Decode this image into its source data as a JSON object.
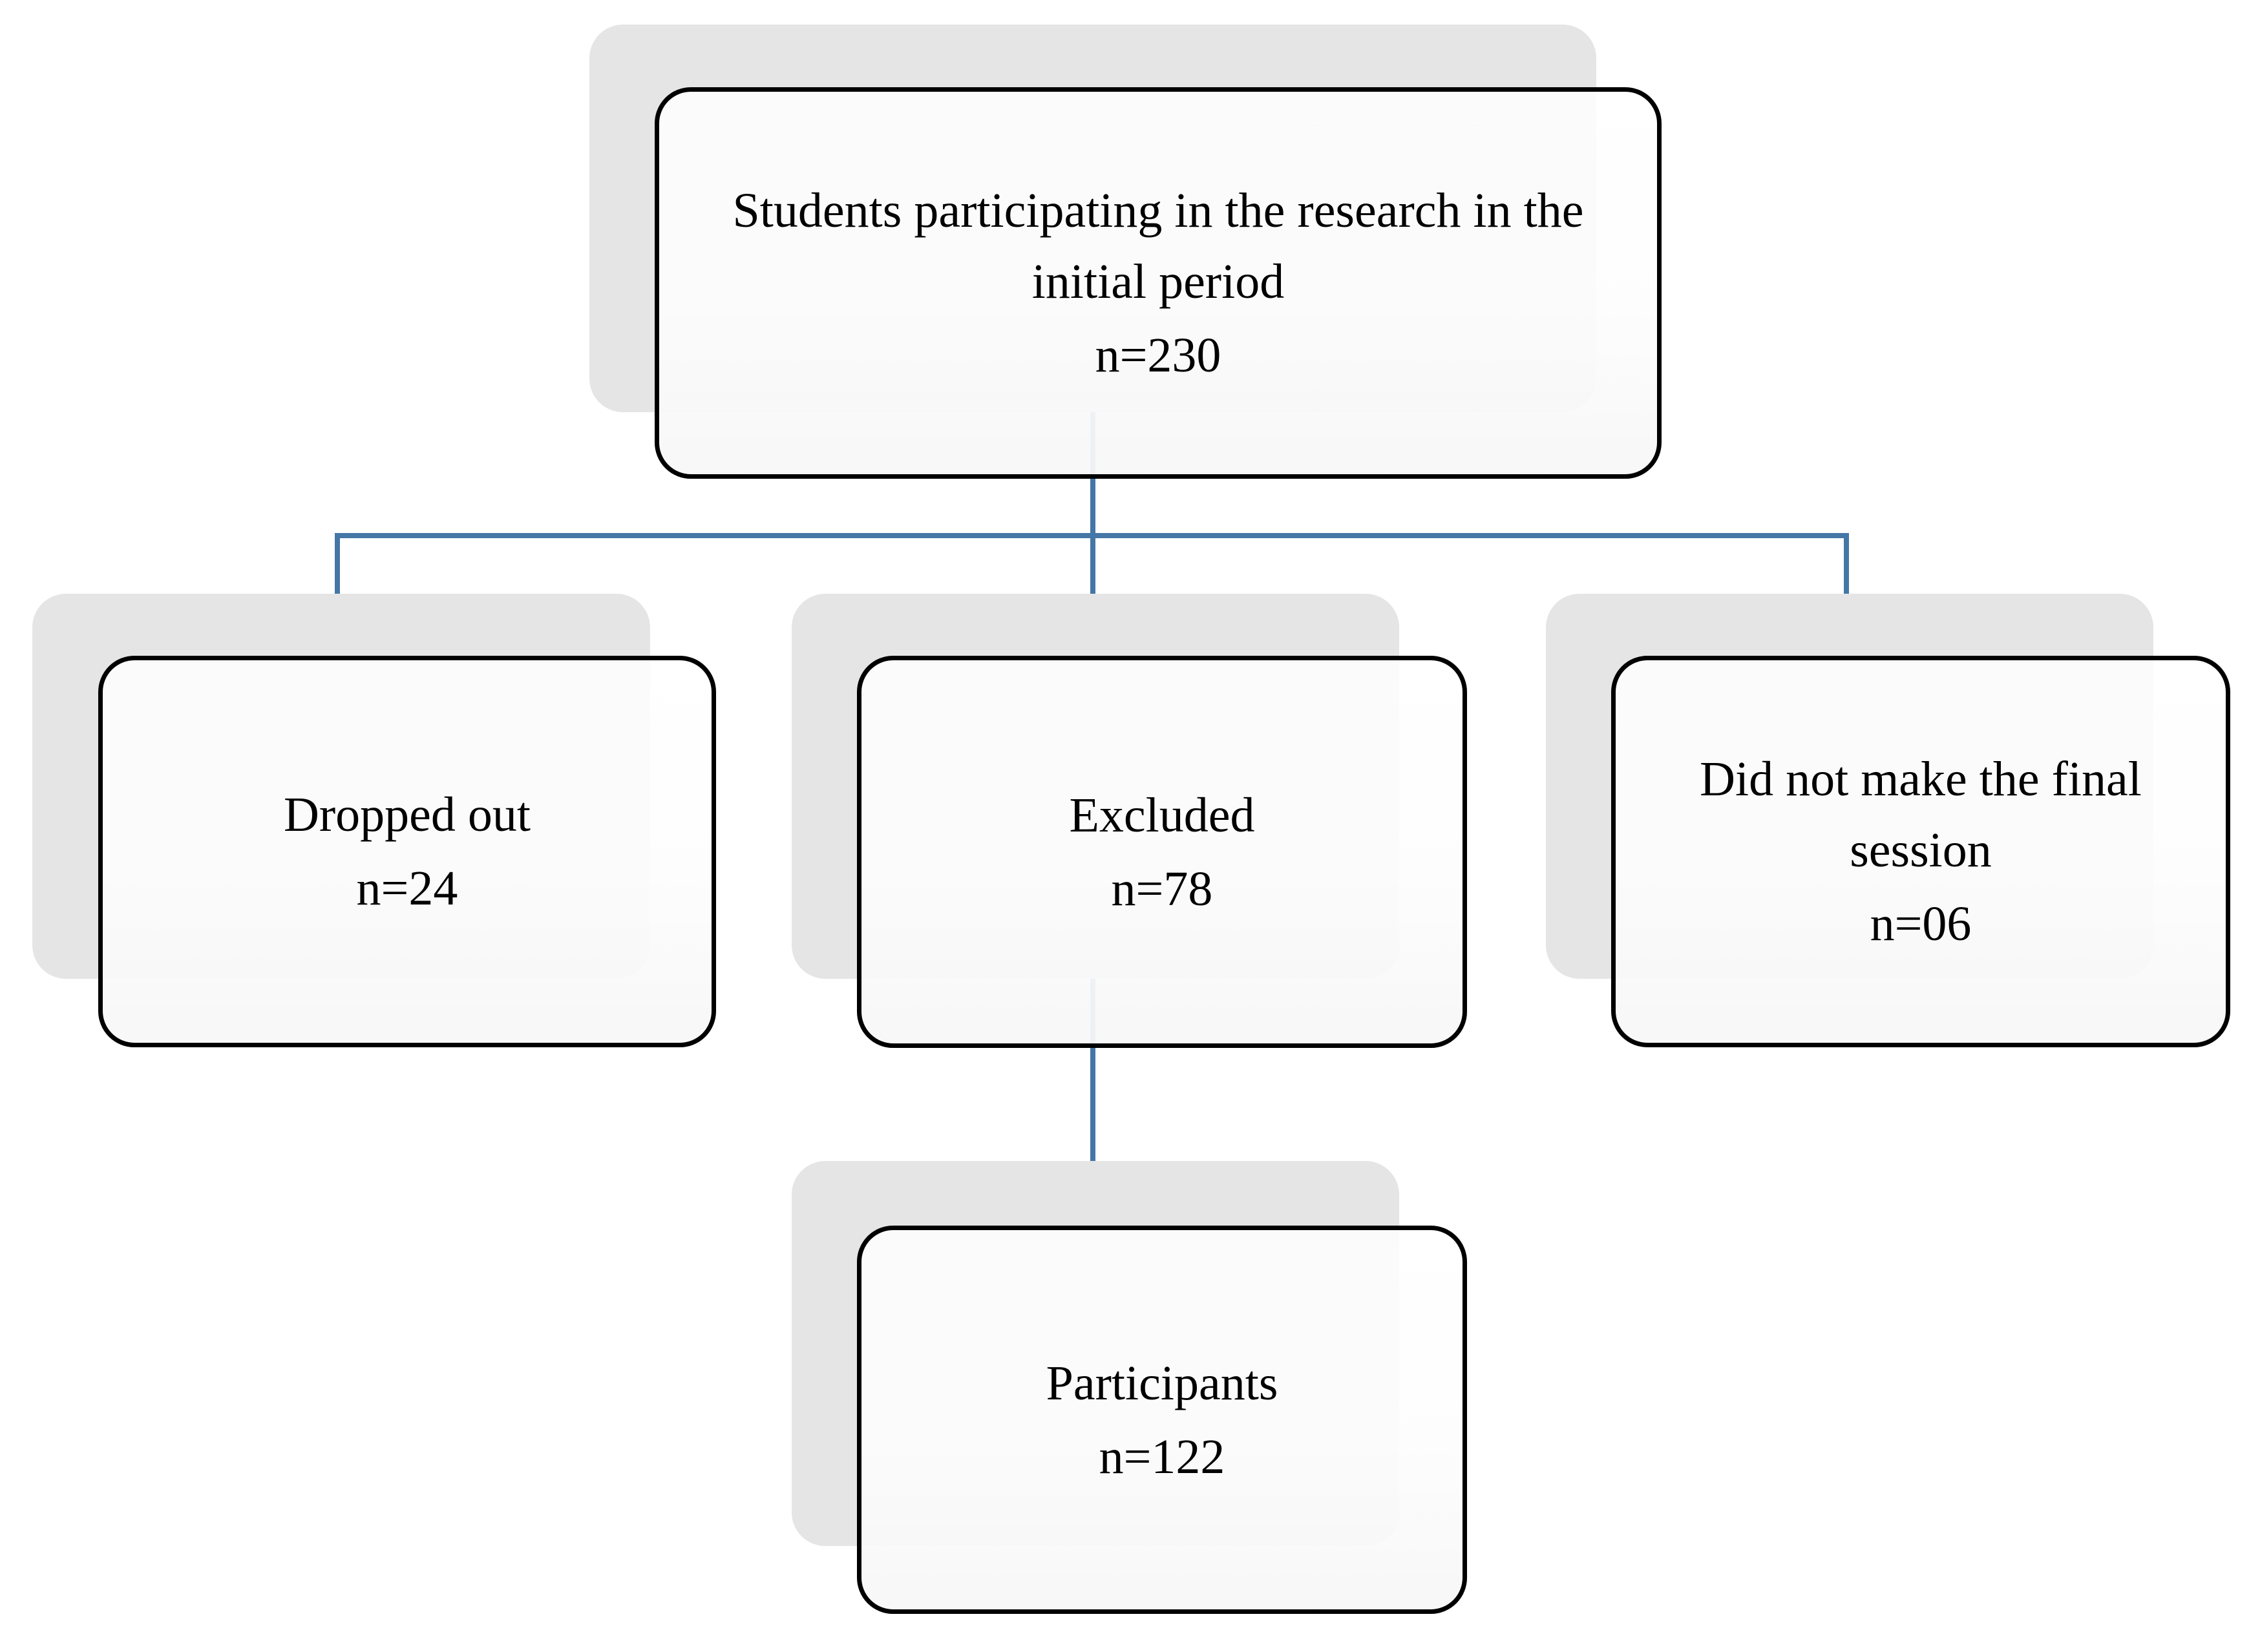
{
  "diagram": {
    "type": "flowchart",
    "nodes": {
      "initial": {
        "label": "Students participating in the research in the initial period",
        "n": "n=230"
      },
      "dropped": {
        "label": "Dropped out",
        "n": "n=24"
      },
      "excluded": {
        "label": "Excluded",
        "n": "n=78"
      },
      "final": {
        "label": "Did not make the final session",
        "n": "n=06"
      },
      "participants": {
        "label": "Participants",
        "n": "n=122"
      }
    },
    "edges": [
      {
        "from": "initial",
        "to": "dropped"
      },
      {
        "from": "initial",
        "to": "excluded"
      },
      {
        "from": "initial",
        "to": "final"
      },
      {
        "from": "excluded",
        "to": "participants"
      }
    ],
    "colors": {
      "connector": "#4577a6",
      "box_border": "#000000",
      "box_fill": "#fdfdfd",
      "shadow": "#e5e5e6",
      "text": "#000000",
      "background": "#ffffff"
    }
  }
}
